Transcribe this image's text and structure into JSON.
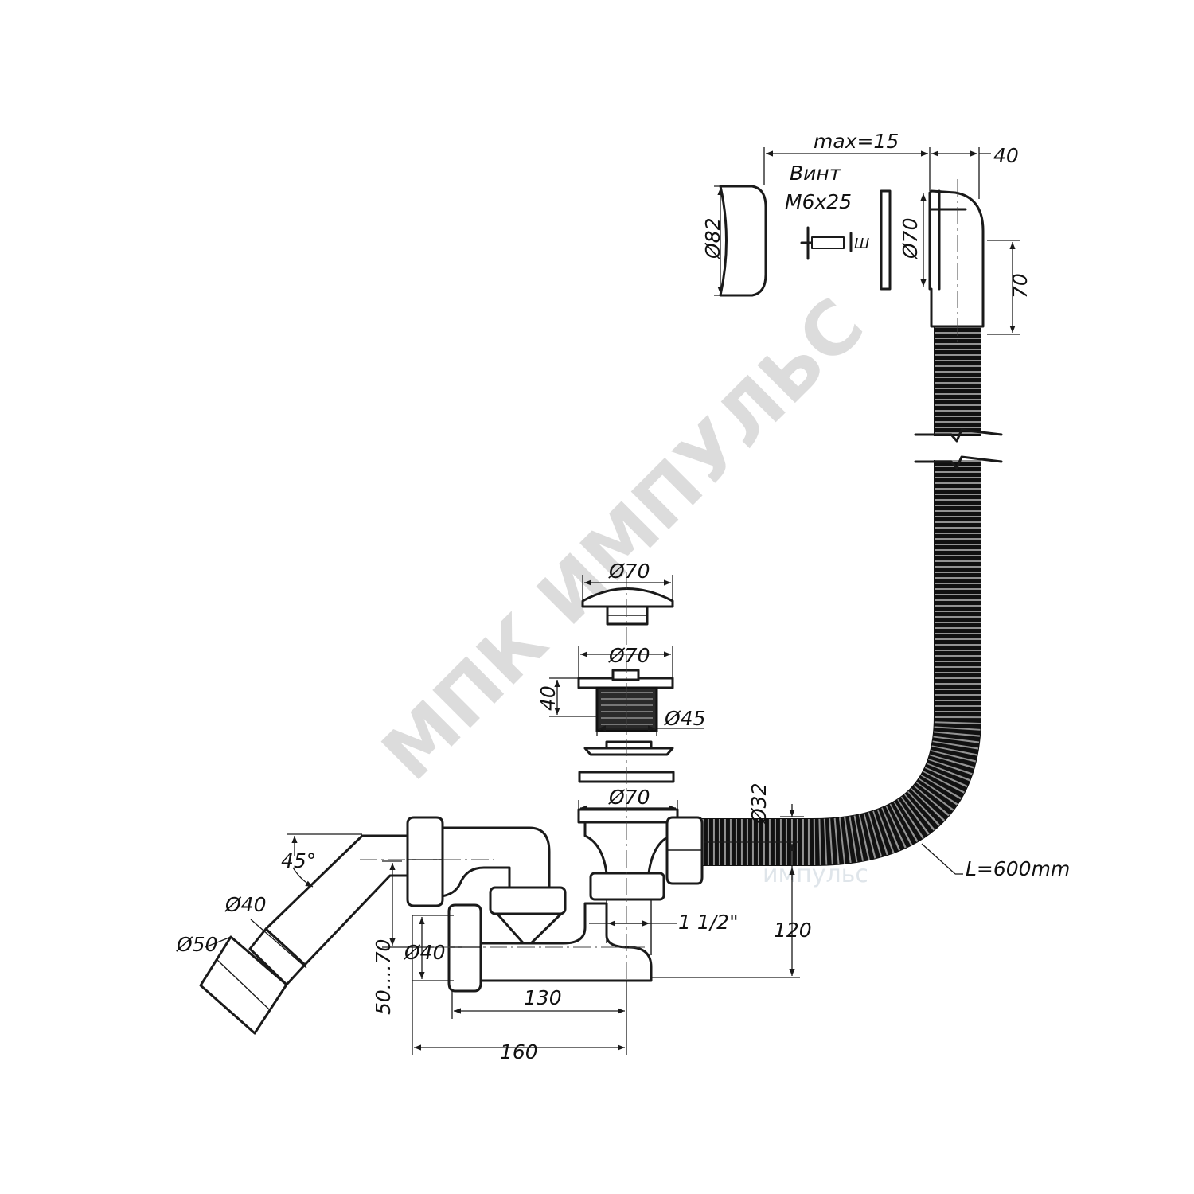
{
  "watermark": "МПК ИМПУЛЬС",
  "watermark_small": "импульс",
  "labels": {
    "max15": "max=15",
    "top40": "40",
    "screw_line1": "Винт",
    "screw_line2": "M6x25",
    "d82": "Ø82",
    "d70_overflow": "Ø70",
    "v70": "70",
    "d70_cap": "Ø70",
    "d70_body": "Ø70",
    "h40": "40",
    "d45": "Ø45",
    "d70_flange": "Ø70",
    "d32": "Ø32",
    "hose_length": "L=600mm",
    "thread": "1 1/2\"",
    "h120": "120",
    "angle45": "45°",
    "d40_outlet": "Ø40",
    "d50_outlet": "Ø50",
    "d40_branch": "Ø40",
    "range50_70": "50....70",
    "w130": "130",
    "w160": "160"
  }
}
